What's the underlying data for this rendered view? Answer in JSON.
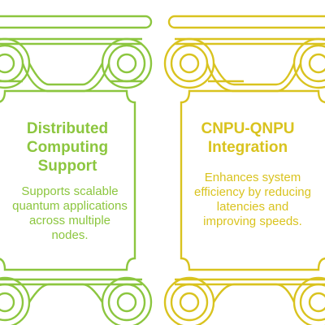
{
  "colors": {
    "green": "#8cc63f",
    "yellow": "#d9c31f"
  },
  "pillars": [
    {
      "title": "Distributed Computing Support",
      "description": "Supports scalable quantum applications across multiple nodes."
    },
    {
      "title": "CNPU-QNPU Integration",
      "description": "Enhances system efficiency by reducing latencies and improving speeds."
    }
  ]
}
